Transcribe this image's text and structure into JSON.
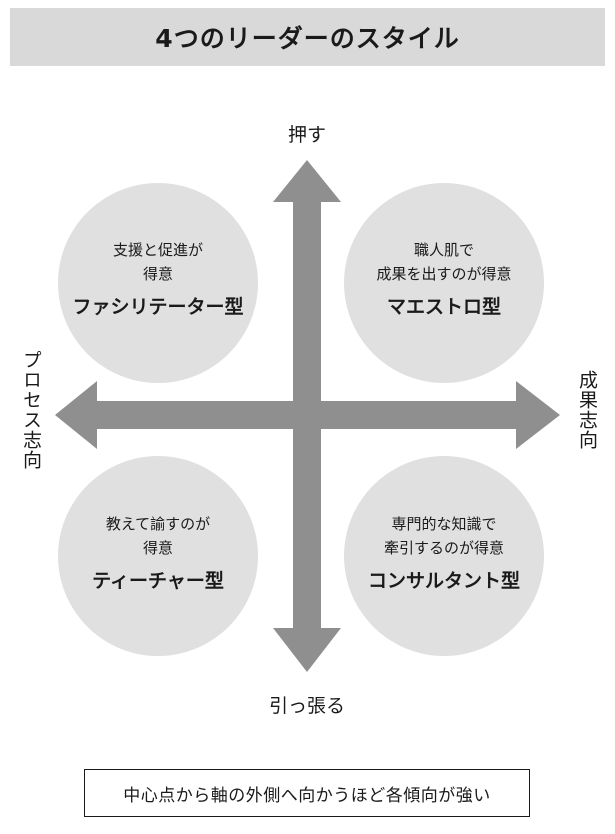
{
  "title": "4つのリーダーのスタイル",
  "axes": {
    "top": "押す",
    "bottom": "引っ張る",
    "left": "プロセス志向",
    "right": "成果志向"
  },
  "quadrants": {
    "top_left": {
      "desc_line1": "支援と促進が",
      "desc_line2": "得意",
      "name": "ファシリテーター型"
    },
    "top_right": {
      "desc_line1": "職人肌で",
      "desc_line2": "成果を出すのが得意",
      "name": "マエストロ型"
    },
    "bottom_left": {
      "desc_line1": "教えて諭すのが",
      "desc_line2": "得意",
      "name": "ティーチャー型"
    },
    "bottom_right": {
      "desc_line1": "専門的な知識で",
      "desc_line2": "牽引するのが得意",
      "name": "コンサルタント型"
    }
  },
  "footnote": "中心点から軸の外側へ向かうほど各傾向が強い",
  "colors": {
    "title_bar_bg": "#d9d9d9",
    "circle_fill": "#e0e0e0",
    "arrow_fill": "#8f8f8f",
    "text": "#1a1a1a"
  }
}
